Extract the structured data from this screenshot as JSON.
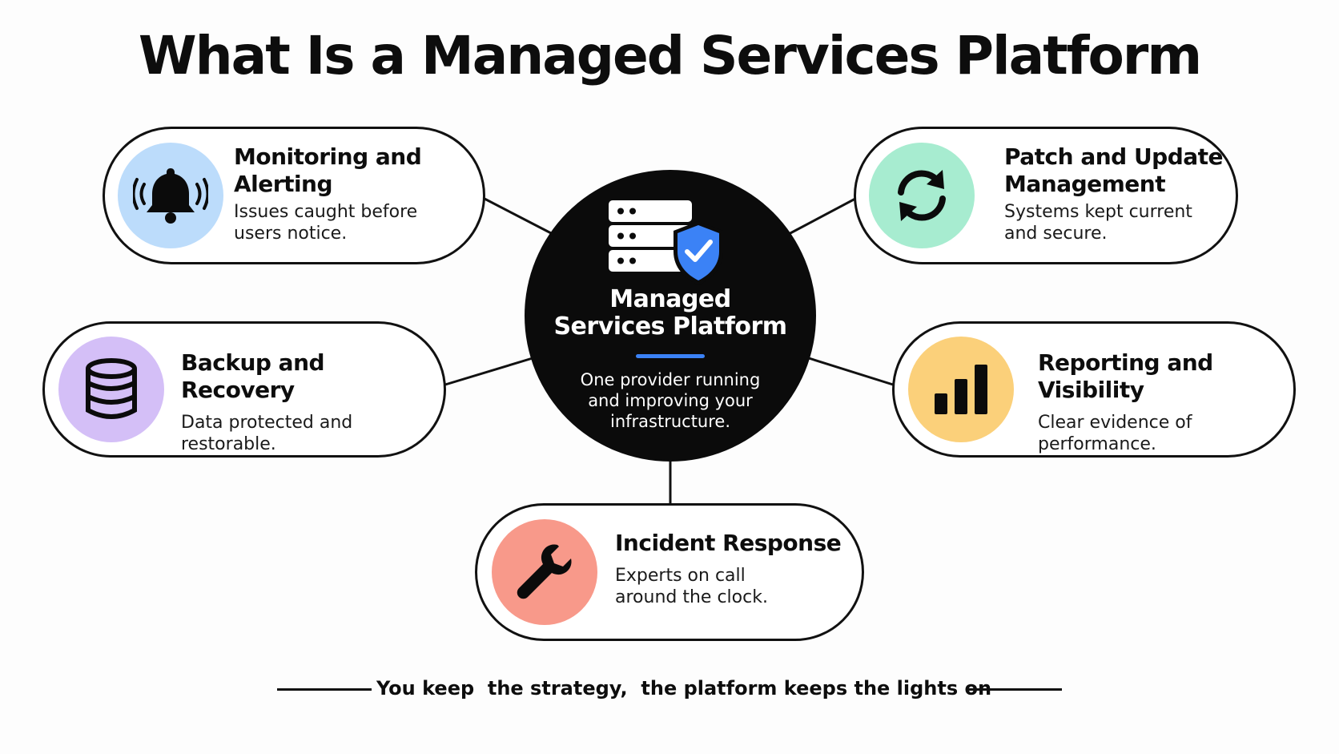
{
  "title": "What Is a Managed Services Platform",
  "hub": {
    "title_line1": "Managed",
    "title_line2": "Services Platform",
    "desc_line1": "One provider running",
    "desc_line2": "and improving your",
    "desc_line3": "infrastructure.",
    "icon": "server-shield-icon",
    "accent_color": "#3b82f6"
  },
  "cards": {
    "monitoring": {
      "heading_line1": "Monitoring and",
      "heading_line2": "Alerting",
      "desc_line1": "Issues caught before",
      "desc_line2": "users notice.",
      "icon": "bell-icon",
      "color": "#bcdcfb"
    },
    "patch": {
      "heading_line1": "Patch and Update",
      "heading_line2": "Management",
      "desc_line1": "Systems kept current",
      "desc_line2": "and secure.",
      "icon": "refresh-icon",
      "color": "#a7ecd0"
    },
    "backup": {
      "heading_line1": "Backup and Recovery",
      "desc_line1": "Data protected and",
      "desc_line2": "restorable.",
      "icon": "database-icon",
      "color": "#d4bff7"
    },
    "reporting": {
      "heading_line1": "Reporting and Visibility",
      "desc_line1": "Clear evidence of",
      "desc_line2": "performance.",
      "icon": "bar-chart-icon",
      "color": "#fbd07a"
    },
    "incident": {
      "heading_line1": "Incident Response",
      "desc_line1": "Experts on call",
      "desc_line2": "around the clock.",
      "icon": "wrench-icon",
      "color": "#f8998a"
    }
  },
  "footer": {
    "tagline": "You keep  the strategy,  the platform keeps the lights on"
  }
}
